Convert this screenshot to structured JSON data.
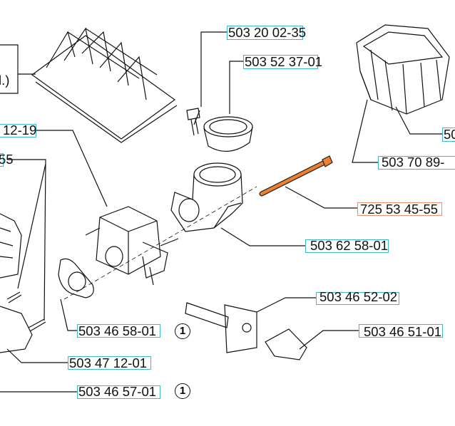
{
  "callouts": {
    "p1": "503 20 02-35",
    "p2": "503 52 37-01",
    "p3": "50",
    "p4": "503 70 89-",
    "p5": "725 53 45-55",
    "p6": "503 62 58-01",
    "p7": "503 46 52-02",
    "p8": "503 46 51-01",
    "p9": "503 46 58-01",
    "p10": "503 47 12-01",
    "p11": "503 46 57-01",
    "p12": "12-19",
    "p13": "55",
    "p14": "l.)"
  },
  "markers": {
    "m1": "1",
    "m2": "1"
  },
  "colors": {
    "box": "#3bb8c9",
    "highlight_box": "#f0906a",
    "highlight_part": "#f08030"
  }
}
